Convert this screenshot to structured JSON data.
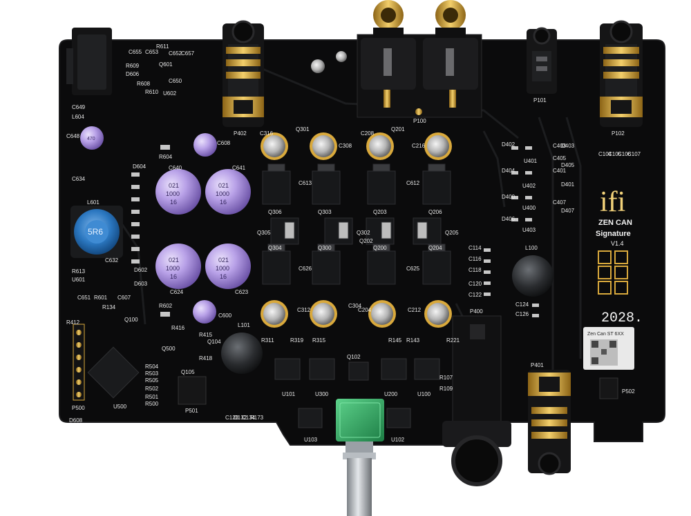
{
  "board": {
    "brand_logo": "ifi",
    "model_line1": "ZEN CAN",
    "model_line2": "Signature",
    "version": "V1.4",
    "serial_short": "2028.",
    "sticker_text": "Zen Can ST 6XX",
    "inductor_code": "5R6"
  },
  "colors": {
    "pcb": "#0b0b0c",
    "gold": "#d9a93c",
    "purple_cap": "#a88ad6",
    "inductor_blue": "#2b77c0",
    "pot_green": "#2ea05a"
  },
  "labels": {
    "p402": "P402",
    "p100": "P100",
    "p101": "P101",
    "p102": "P102",
    "p400": "P400",
    "p401": "P401",
    "p500": "P500",
    "p501": "P501",
    "p502": "P502",
    "c640": "C640",
    "c641": "C641",
    "c624": "C624",
    "c623": "C623",
    "c608": "C608",
    "c600": "C600",
    "c634": "C634",
    "c648": "C648",
    "c649": "C649",
    "c632": "C632",
    "c316": "C316",
    "c308": "C308",
    "c216": "C216",
    "c208": "C208",
    "c613": "C613",
    "c612": "C612",
    "c626": "C626",
    "c625": "C625",
    "c312": "C312",
    "c304": "C304",
    "c204": "C204",
    "c212": "C212",
    "c114": "C114",
    "c116": "C116",
    "c118": "C118",
    "c120": "C120",
    "c122": "C122",
    "c124": "C124",
    "c126": "C126",
    "l601": "L601",
    "l604": "L604",
    "l100": "L100",
    "l101": "L101",
    "q306": "Q306",
    "q303": "Q303",
    "q203": "Q203",
    "q206": "Q206",
    "q305": "Q305",
    "q302": "Q302",
    "q202": "Q202",
    "q205": "Q205",
    "q304": "Q304",
    "q300": "Q300",
    "q200": "Q200",
    "q204": "Q204",
    "q301": "Q301",
    "q201": "Q201",
    "q601": "Q601",
    "q500": "Q500",
    "q105": "Q105",
    "q102": "Q102",
    "q100": "Q100",
    "q104": "Q104",
    "u101": "U101",
    "u300": "U300",
    "u200": "U200",
    "u100": "U100",
    "u103": "U103",
    "u102": "U102",
    "u500": "U500",
    "u601": "U601",
    "u602": "U602",
    "u401": "U401",
    "u402": "U402",
    "u400": "U400",
    "u403": "U403",
    "d604": "D604",
    "d602": "D602",
    "d603": "D603",
    "d608": "D608",
    "d606": "D606",
    "d402": "D402",
    "d404": "D404",
    "d400": "D400",
    "d406": "D406",
    "d401": "D401",
    "d403": "D403",
    "d405": "D405",
    "d407": "D407",
    "r602": "R602",
    "r604": "R604",
    "r613": "R613",
    "r601": "R601",
    "r500": "R500",
    "r501": "R501",
    "r502": "R502",
    "r503": "R503",
    "r504": "R504",
    "r505": "R505",
    "r412": "R412",
    "r416": "R416",
    "r415": "R415",
    "r418": "R418",
    "r311": "R311",
    "r319": "R319",
    "r315": "R315",
    "r107": "R107",
    "r109": "R109",
    "r221": "R221",
    "r143": "R143",
    "r145": "R145",
    "r134": "R134",
    "r173": "R173",
    "c128": "C128",
    "c132": "C132",
    "c134": "C134",
    "c104": "C104",
    "c105": "C105",
    "c106": "C106",
    "c107": "C107",
    "c651": "C651",
    "c607": "C607",
    "c650": "C650",
    "c652": "C652",
    "c655": "C655",
    "c657": "C657",
    "c653": "C653",
    "r609": "R609",
    "r608": "R608",
    "r610": "R610",
    "r611": "R611",
    "c401": "C401",
    "c403": "C403",
    "c405": "C405",
    "c407": "C407"
  },
  "cap_marks": {
    "small_cap_value": "470",
    "big_cap_line1": "021",
    "big_cap_line2": "1000",
    "big_cap_line3": "16"
  }
}
